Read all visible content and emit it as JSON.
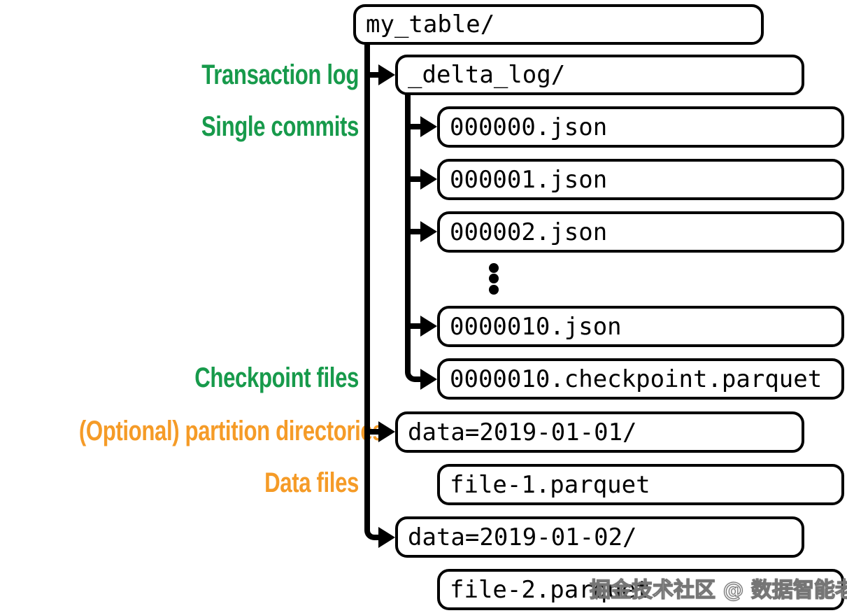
{
  "diagram": {
    "nodes": {
      "my_table": "my_table/",
      "delta_log": "_delta_log/",
      "json_0": "000000.json",
      "json_1": "000001.json",
      "json_2": "000002.json",
      "json_10": "0000010.json",
      "checkpoint": "0000010.checkpoint.parquet",
      "partition_1": "data=2019-01-01/",
      "file_1": "file-1.parquet",
      "partition_2": "data=2019-01-02/",
      "file_2": "file-2.parquet"
    },
    "labels": {
      "transaction_log": "Transaction log",
      "single_commits": "Single commits",
      "checkpoint_files": "Checkpoint files",
      "partition_directories": "(Optional) partition directories",
      "data_files": "Data files"
    },
    "icons": {
      "arrowhead": "right-arrowhead",
      "ellipsis": "vertical-ellipsis-dots"
    },
    "colors": {
      "green": "#179a4b",
      "orange": "#f59b27",
      "line": "#000000"
    },
    "watermark": "掘金技术社区 @ 数据智能老司机"
  }
}
